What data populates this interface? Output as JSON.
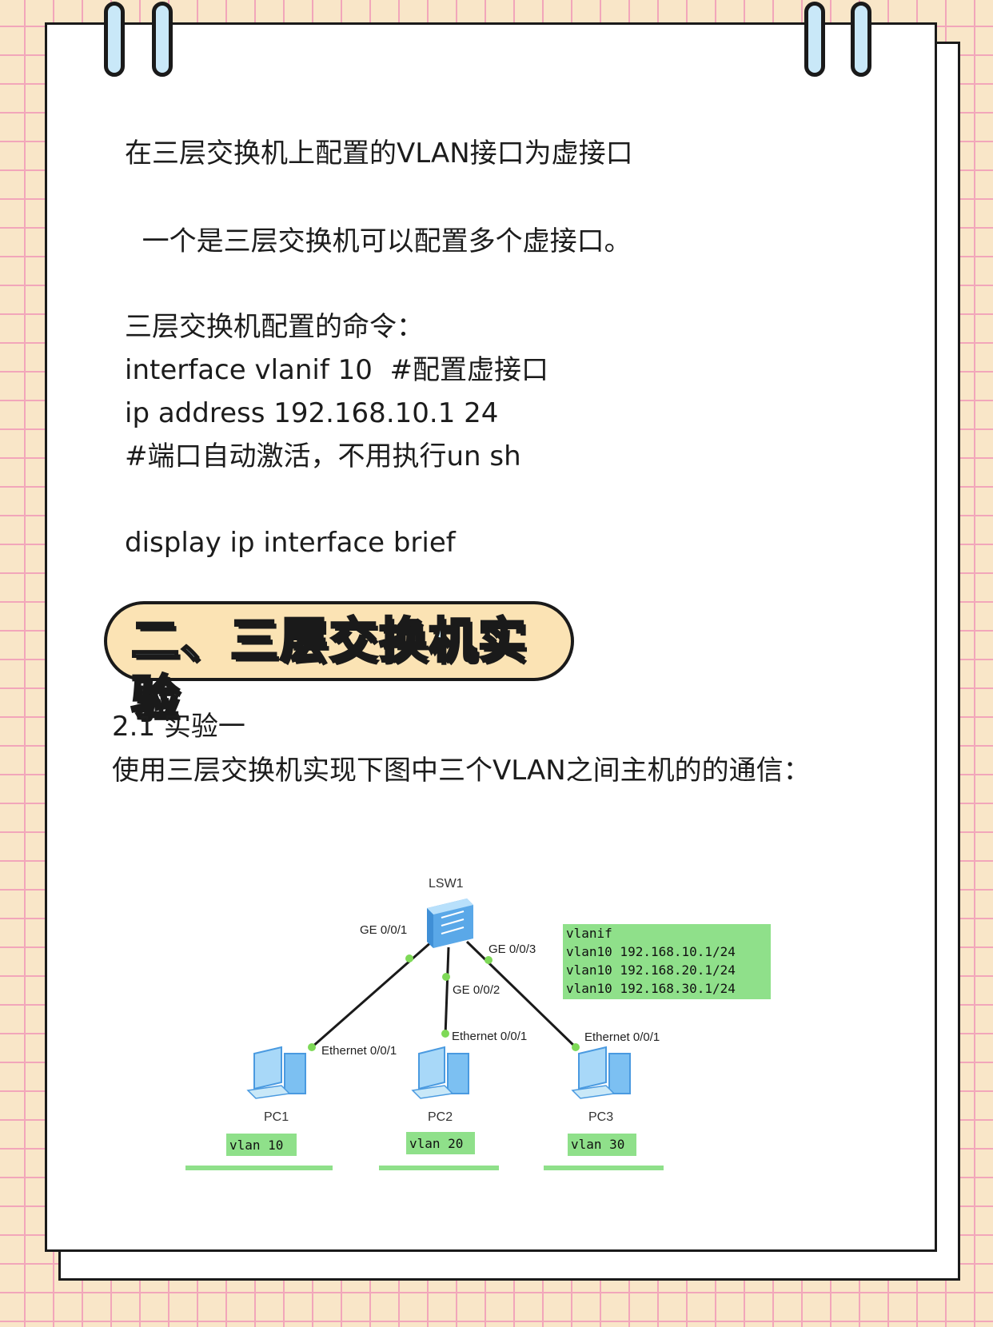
{
  "text_lines": [
    "在三层交换机上配置的VLAN接口为虚接口",
    "  一个是三层交换机可以配置多个虚接口。",
    "三层交换机配置的命令：",
    "interface vlanif 10  #配置虚接口",
    "ip address 192.168.10.1 24",
    "#端口自动激活，不用执行un sh",
    "display ip interface brief"
  ],
  "section_heading": "二、三层交换机实验",
  "subsection": {
    "title": "2.1 实验一",
    "description": "使用三层交换机实现下图中三个VLAN之间主机的的通信："
  },
  "topology": {
    "switch_name": "LSW1",
    "switch_ports": [
      "GE 0/0/1",
      "GE 0/0/2",
      "GE 0/0/3"
    ],
    "vlanif_box": [
      "vlanif",
      "vlan10 192.168.10.1/24",
      "vlan10 192.168.20.1/24",
      "vlan10 192.168.30.1/24"
    ],
    "pcs": [
      {
        "name": "PC1",
        "port": "Ethernet 0/0/1",
        "vlan": "vlan 10"
      },
      {
        "name": "PC2",
        "port": "Ethernet 0/0/1",
        "vlan": "vlan 20"
      },
      {
        "name": "PC3",
        "port": "Ethernet 0/0/1",
        "vlan": "vlan 30"
      }
    ]
  },
  "colors": {
    "grid_line": "#f2a6ba",
    "background": "#f9e6c8",
    "badge_fill": "#fbe3b4",
    "badge_text": "#c9e8f8",
    "label_green": "#8fe08a",
    "link_dot": "#7ed957"
  }
}
